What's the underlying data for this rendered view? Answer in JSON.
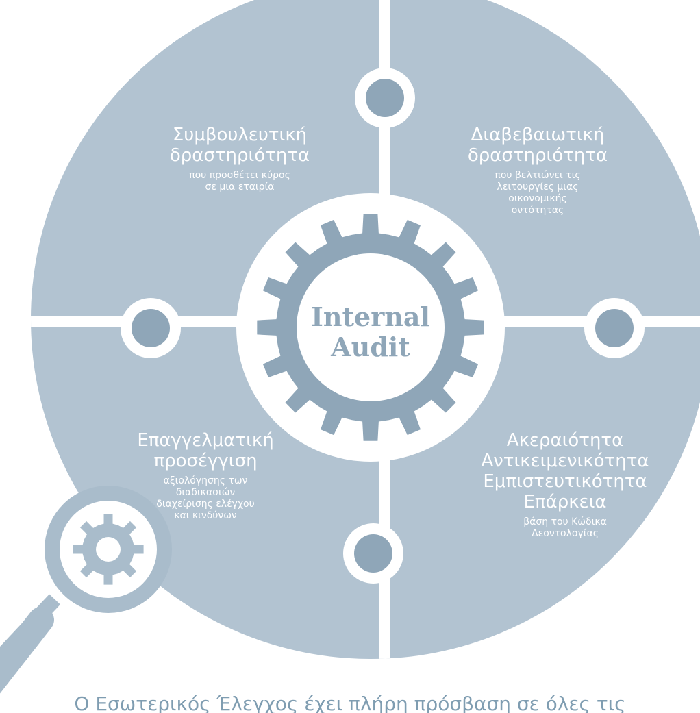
{
  "colors": {
    "quadrant": "#b2c3d1",
    "connector": "#8fa6b8",
    "gear": "#8fa6b8",
    "gap": "#ffffff",
    "text": "#ffffff",
    "caption": "#7f9db1"
  },
  "center": {
    "line1": "Internal",
    "line2": "Audit"
  },
  "quadrants": {
    "top_left": {
      "title_lines": [
        "Συμβουλευτική",
        "δραστηριότητα"
      ],
      "sub_lines": [
        "που προσθέτει κύρος",
        "σε μια εταιρία"
      ]
    },
    "top_right": {
      "title_lines": [
        "Διαβεβαιωτική",
        "δραστηριότητα"
      ],
      "sub_lines": [
        "που βελτιώνει τις",
        "λειτουργίες μιας",
        "οικονομικής",
        "οντότητας"
      ]
    },
    "bottom_left": {
      "title_lines": [
        "Επαγγελματική",
        "προσέγγιση"
      ],
      "sub_lines": [
        "αξιολόγησης των",
        "διαδικασιών",
        "διαχείρισης ελέγχου",
        "και κινδύνων"
      ]
    },
    "bottom_right": {
      "title_lines": [
        "Ακεραιότητα",
        "Αντικειμενικότητα",
        "Εμπιστευτικότητα",
        "Επάρκεια"
      ],
      "sub_lines": [
        "βάση του Κώδικα",
        "Δεοντολογίας"
      ]
    }
  },
  "icons": {
    "magnifier": "magnifier-gear-icon",
    "center_gear": "gear-icon"
  },
  "caption": "Ο Εσωτερικός Έλεγχος έχει πλήρη πρόσβαση σε όλες τις"
}
